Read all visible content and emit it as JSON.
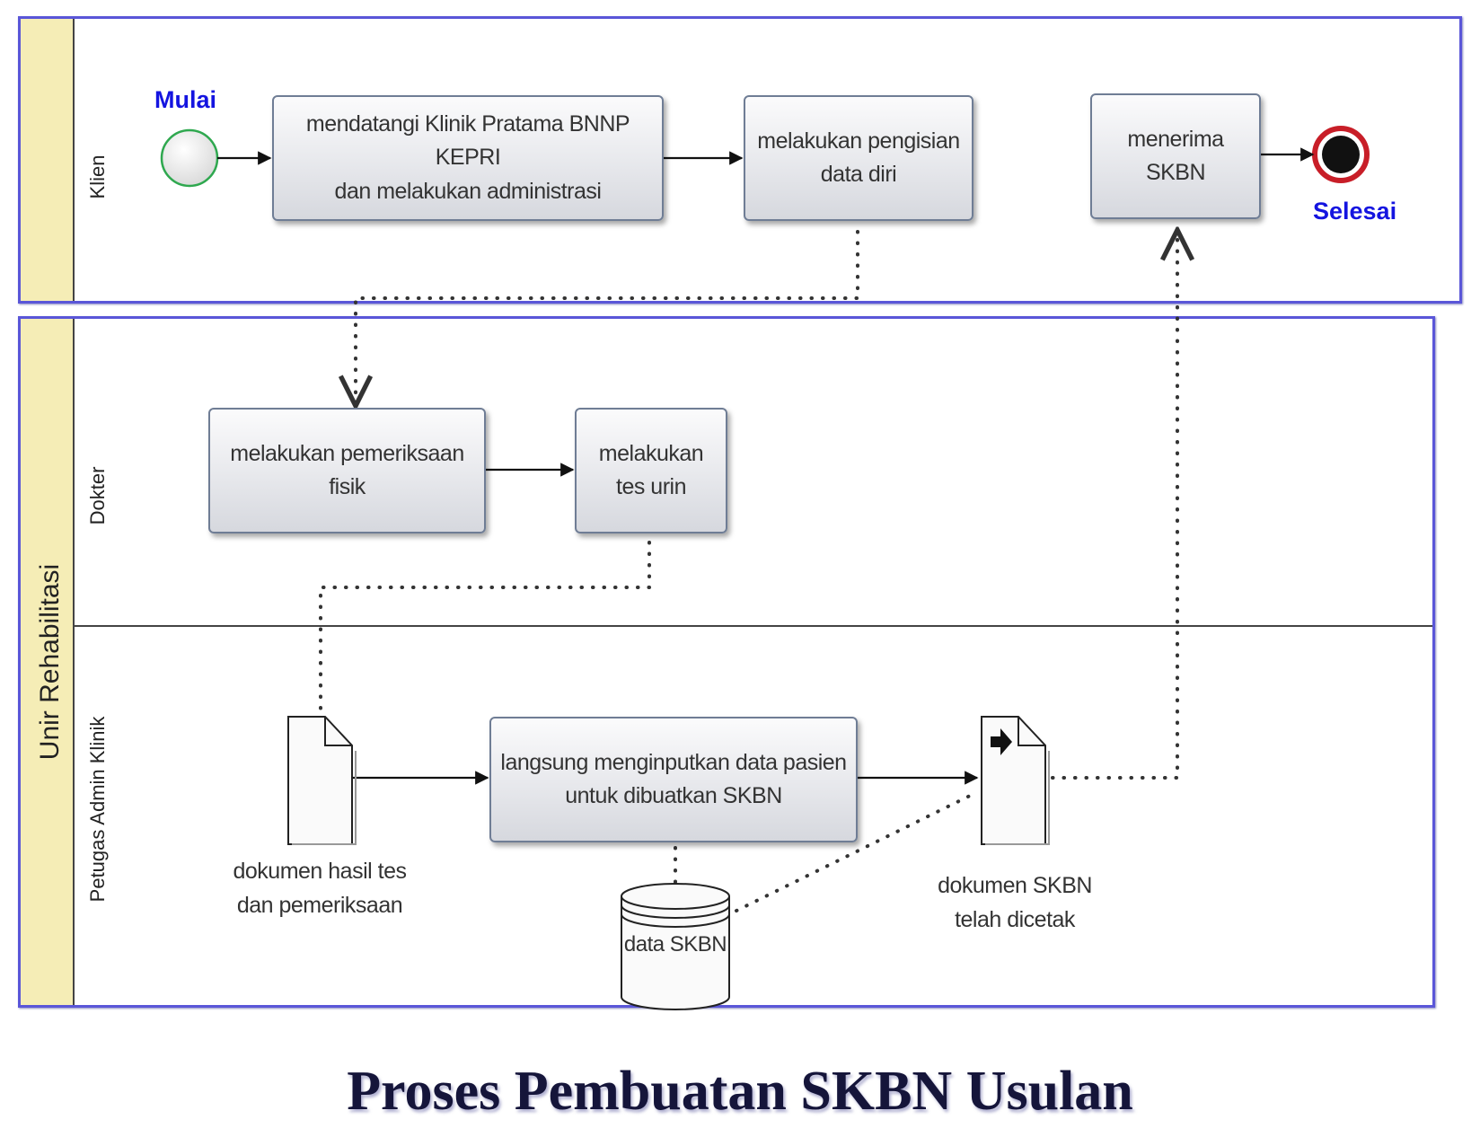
{
  "pools": {
    "klien_pool": {
      "lane_label": "Klien"
    },
    "unit_pool": {
      "label": "Unir Rehabilitasi",
      "lanes": [
        {
          "label": "Dokter"
        },
        {
          "label": "Petugas Admin Klinik"
        }
      ]
    }
  },
  "events": {
    "start": {
      "label": "Mulai"
    },
    "end": {
      "label": "Selesai"
    }
  },
  "tasks": {
    "mendatangi": "mendatangi Klinik Pratama BNNP KEPRI\ndan melakukan administrasi",
    "pengisian": "melakukan pengisian\ndata diri",
    "menerima": "menerima SKBN",
    "pemeriksaan": "melakukan pemeriksaan\nfisik",
    "tes_urin": "melakukan\ntes urin",
    "menginput": "langsung menginputkan data pasien\nuntuk dibuatkan SKBN"
  },
  "artifacts": {
    "doc_hasil": "dokumen hasil tes\ndan pemeriksaan",
    "data_store": "data SKBN",
    "doc_skbn": "dokumen SKBN\ntelah dicetak"
  },
  "title": "Proses Pembuatan SKBN Usulan",
  "colors": {
    "pool_border": "#5a56d8",
    "pool_header": "#f5edb6",
    "start_event": "#2fa84f",
    "end_event": "#c81e28",
    "event_label": "#1414e0"
  }
}
